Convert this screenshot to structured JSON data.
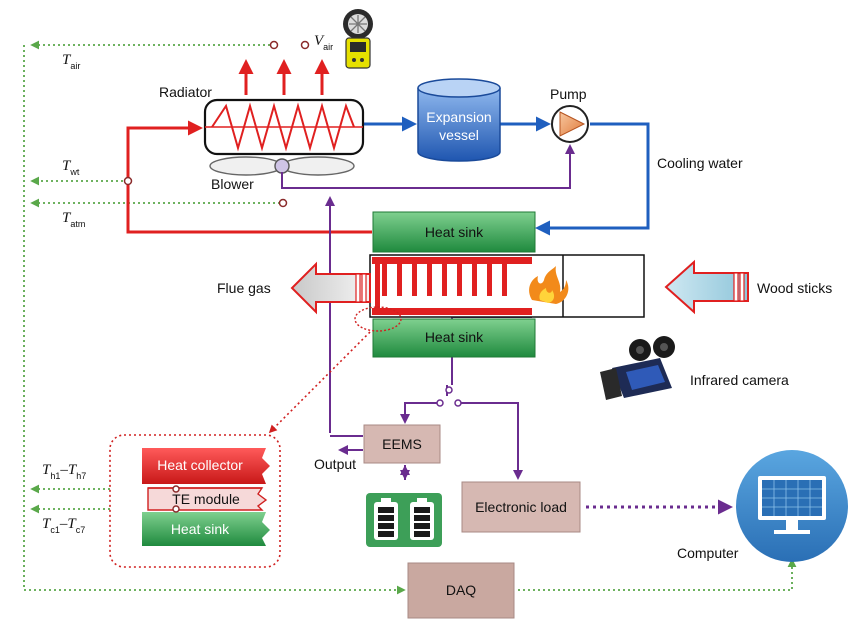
{
  "labels": {
    "radiator": "Radiator",
    "blower": "Blower",
    "expansion_vessel_line1": "Expansion",
    "expansion_vessel_line2": "vessel",
    "pump": "Pump",
    "cooling_water": "Cooling water",
    "heat_sink_top": "Heat sink",
    "heat_sink_bottom": "Heat sink",
    "flue_gas": "Flue gas",
    "wood_sticks": "Wood sticks",
    "infrared_camera": "Infrared camera",
    "eems": "EEMS",
    "output": "Output",
    "electronic_load": "Electronic load",
    "computer": "Computer",
    "daq": "DAQ",
    "heat_collector": "Heat collector",
    "te_module": "TE module",
    "inset_heat_sink": "Heat sink"
  },
  "sensors": {
    "t_air": {
      "symbol": "T",
      "sub": "air"
    },
    "v_air": {
      "symbol": "V",
      "sub": "air"
    },
    "t_wt": {
      "symbol": "T",
      "sub": "wt"
    },
    "t_atm": {
      "symbol": "T",
      "sub": "atm"
    },
    "t_h": {
      "symbol": "T",
      "sub1": "h1",
      "dash": "–",
      "sym2": "T",
      "sub2": "h7"
    },
    "t_c": {
      "symbol": "T",
      "sub1": "c1",
      "dash": "–",
      "sym2": "T",
      "sub2": "c7"
    }
  },
  "colors": {
    "hot_line": "#e02020",
    "water_line": "#1f5fbf",
    "signal_line": "#6a2c8f",
    "data_line": "#5aa84a",
    "heat_sink": "#2e9e4e",
    "heat_collector": "#e02222",
    "daq_box": "#c9a8a0",
    "eems_box": "#d6b8b2",
    "vessel": "#3d7cd0"
  }
}
